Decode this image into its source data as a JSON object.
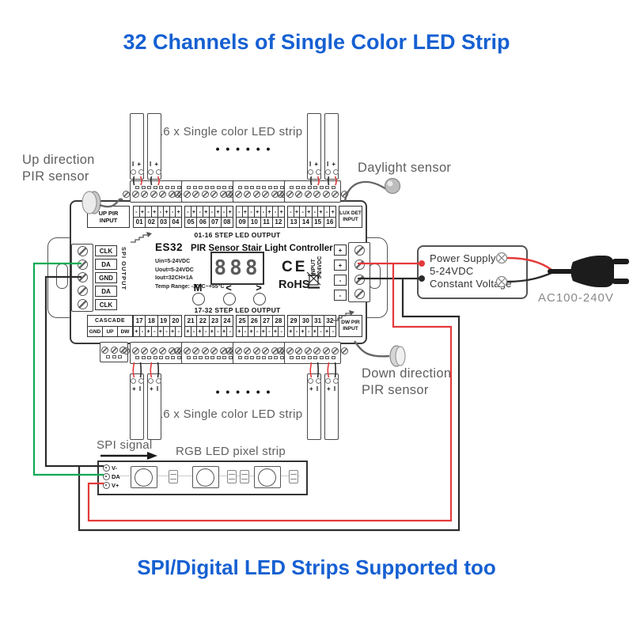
{
  "titles": {
    "top": "32 Channels of Single Color LED Strip",
    "bottom": "SPI/Digital LED Strips Supported too"
  },
  "colors": {
    "accent_blue": "#1660d2",
    "wire_red": "#e43a3a",
    "wire_green": "#0faa55",
    "wire_black": "#2b2b2b",
    "annotation_gray": "#5f5f5f"
  },
  "annotations": {
    "up_pir_line1": "Up direction",
    "up_pir_line2": "PIR sensor",
    "daylight": "Daylight sensor",
    "down_pir_line1": "Down direction",
    "down_pir_line2": "PIR sensor",
    "strip_top": "16 x Single color LED strip",
    "strip_bottom": "16 x Single color LED strip",
    "dots": "• • • • • •",
    "spi_signal": "SPI signal",
    "rgb_strip": "RGB LED pixel strip",
    "ac_rating": "AC100-240V"
  },
  "controller": {
    "model": "ES32",
    "name": "PIR Sensor Stair Light Controller",
    "specs": [
      "Uin=5-24VDC",
      "Uout=5-24VDC",
      "Iout=32CH×1A",
      "Temp Range: -30°C~+55°C"
    ],
    "display": "888",
    "buttons": [
      "M",
      "<",
      ">"
    ],
    "ce": "CE",
    "rohs": "RoHS",
    "top_row": {
      "left_label_1": "UP PIR",
      "left_label_2": "INPUT",
      "right_label_1": "LUX DET",
      "right_label_2": "INPUT",
      "caption": "01-16 STEP LED OUTPUT",
      "channels": [
        "01",
        "02",
        "03",
        "04",
        "05",
        "06",
        "07",
        "08",
        "09",
        "10",
        "11",
        "12",
        "13",
        "14",
        "15",
        "16"
      ],
      "polarity": [
        "-",
        "+"
      ]
    },
    "bottom_row": {
      "left_label": "CASCADE",
      "cascade_pins": [
        "GND",
        "UP",
        "DW"
      ],
      "right_label_1": "DW PIR",
      "right_label_2": "INPUT",
      "caption": "17-32 STEP LED OUTPUT",
      "channels": [
        "17",
        "18",
        "19",
        "20",
        "21",
        "22",
        "23",
        "24",
        "25",
        "26",
        "27",
        "28",
        "29",
        "30",
        "31",
        "32"
      ],
      "polarity": [
        "+",
        "-"
      ]
    },
    "spi_output": {
      "label": "SPI OUTPUT",
      "pins": [
        "CLK",
        "DA",
        "GND",
        "DA",
        "CLK"
      ]
    },
    "power_input": {
      "label_1": "INPUT",
      "label_2": "5-24VDC",
      "pins": [
        "+",
        "+",
        "-",
        "-"
      ]
    }
  },
  "power_supply": {
    "line1": "Power Supply",
    "line2": "5-24VDC",
    "line3": "Constant Voltage"
  },
  "pixel_strip": {
    "pads": [
      "V-",
      "DA",
      "V+"
    ]
  },
  "strip_marks": {
    "top": "I +",
    "bottom": "+ I"
  }
}
